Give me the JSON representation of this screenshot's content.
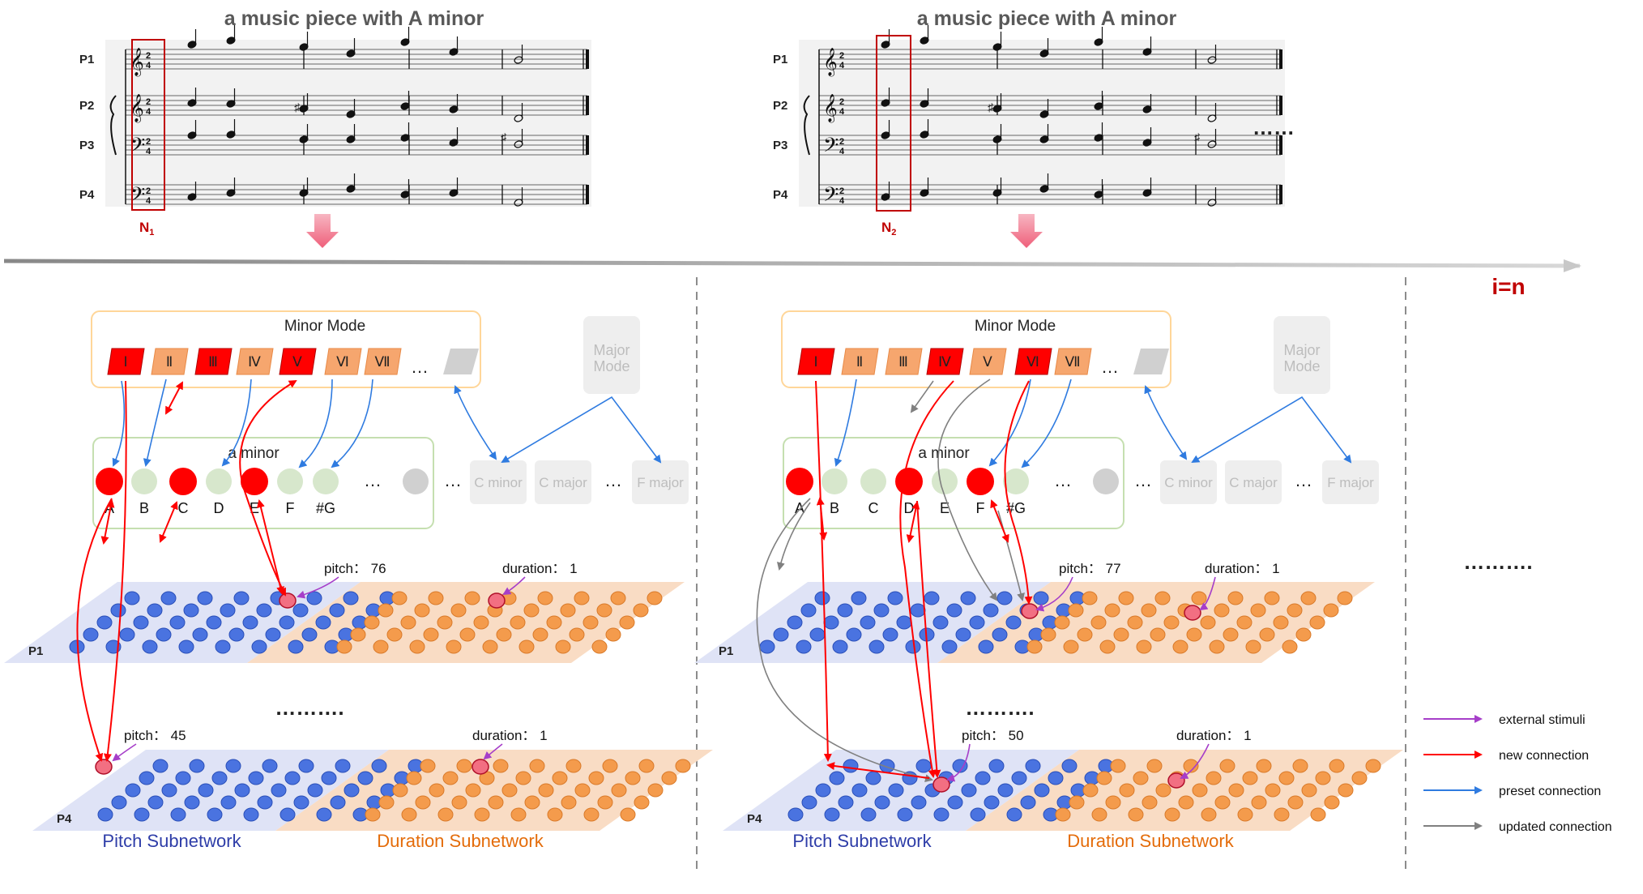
{
  "titles": [
    "a music piece with A minor",
    "a music piece with A minor"
  ],
  "staff_labels": [
    "P1",
    "P2",
    "P3",
    "P4"
  ],
  "note_labels": {
    "n1": "N",
    "n1_sub": "1",
    "n2": "N",
    "n2_sub": "2"
  },
  "mode": {
    "minor_mode": "Minor Mode",
    "major_mode_line1": "Major",
    "major_mode_line2": "Mode",
    "degrees": [
      "Ⅰ",
      "Ⅱ",
      "Ⅲ",
      "Ⅳ",
      "Ⅴ",
      "Ⅵ",
      "Ⅶ"
    ],
    "ellipsis": "…"
  },
  "keys": {
    "a_minor": "a minor",
    "notes": [
      "A",
      "B",
      "C",
      "D",
      "E",
      "F",
      "#G"
    ],
    "c_minor": "C minor",
    "c_major": "C major",
    "f_major": "F major",
    "ellipsis": "…"
  },
  "panel1": {
    "pitch_top": "pitch： 76",
    "duration_top": "duration： 1",
    "pitch_bottom": "pitch： 45",
    "duration_bottom": "duration： 1",
    "layer_top": "P1",
    "layer_bottom": "P4"
  },
  "panel2": {
    "pitch_top": "pitch： 77",
    "duration_top": "duration： 1",
    "pitch_bottom": "pitch： 50",
    "duration_bottom": "duration： 1",
    "layer_top": "P1",
    "layer_bottom": "P4"
  },
  "subnetworks": {
    "pitch": "Pitch Subnetwork",
    "duration": "Duration Subnetwork"
  },
  "step_label": "i=n",
  "ellipsis_short": "……",
  "ellipsis_long": "……….",
  "legend": [
    {
      "label": "external stimuli",
      "color": "#a63ec9"
    },
    {
      "label": "new connection",
      "color": "#ff0000"
    },
    {
      "label": "preset connection",
      "color": "#2f7be0"
    },
    {
      "label": "updated connection",
      "color": "#808080"
    }
  ],
  "colors": {
    "active_red": "#ff0000",
    "degree_orange": "#f6a66e",
    "key_green": "#d7e7cc",
    "pitch_neuron": "#4a73e0",
    "duration_neuron": "#f49b4c",
    "pitch_plane": "#dfe3f6",
    "duration_plane": "#f9dcc4",
    "mode_box_border": "#ffd699",
    "key_box_border": "#c5dfb0"
  }
}
